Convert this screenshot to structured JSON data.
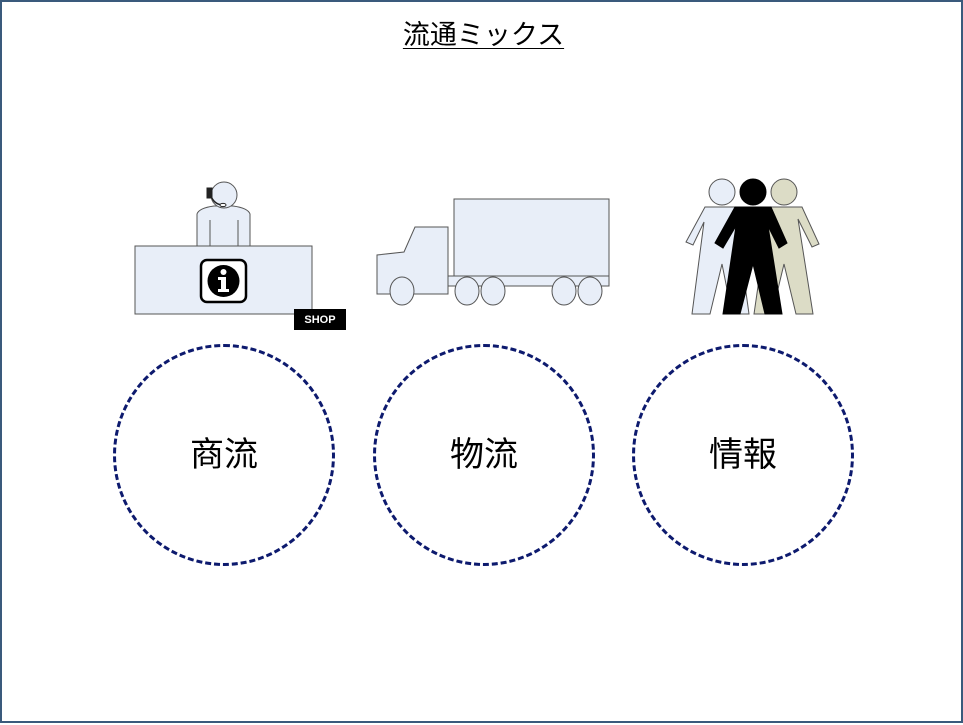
{
  "title": "流通ミックス",
  "shop_label": "SHOP",
  "info_glyph": "i",
  "circles": [
    {
      "label": "商流"
    },
    {
      "label": "物流"
    },
    {
      "label": "情報"
    }
  ],
  "colors": {
    "frame": "#3a5a7c",
    "circle_dash": "#0d1a6e",
    "light_fill": "#e8eef8",
    "khaki_fill": "#dcdcc6",
    "dark": "#000000"
  },
  "icons": [
    "shop-counter-icon",
    "info-icon",
    "truck-icon",
    "people-group-icon"
  ]
}
